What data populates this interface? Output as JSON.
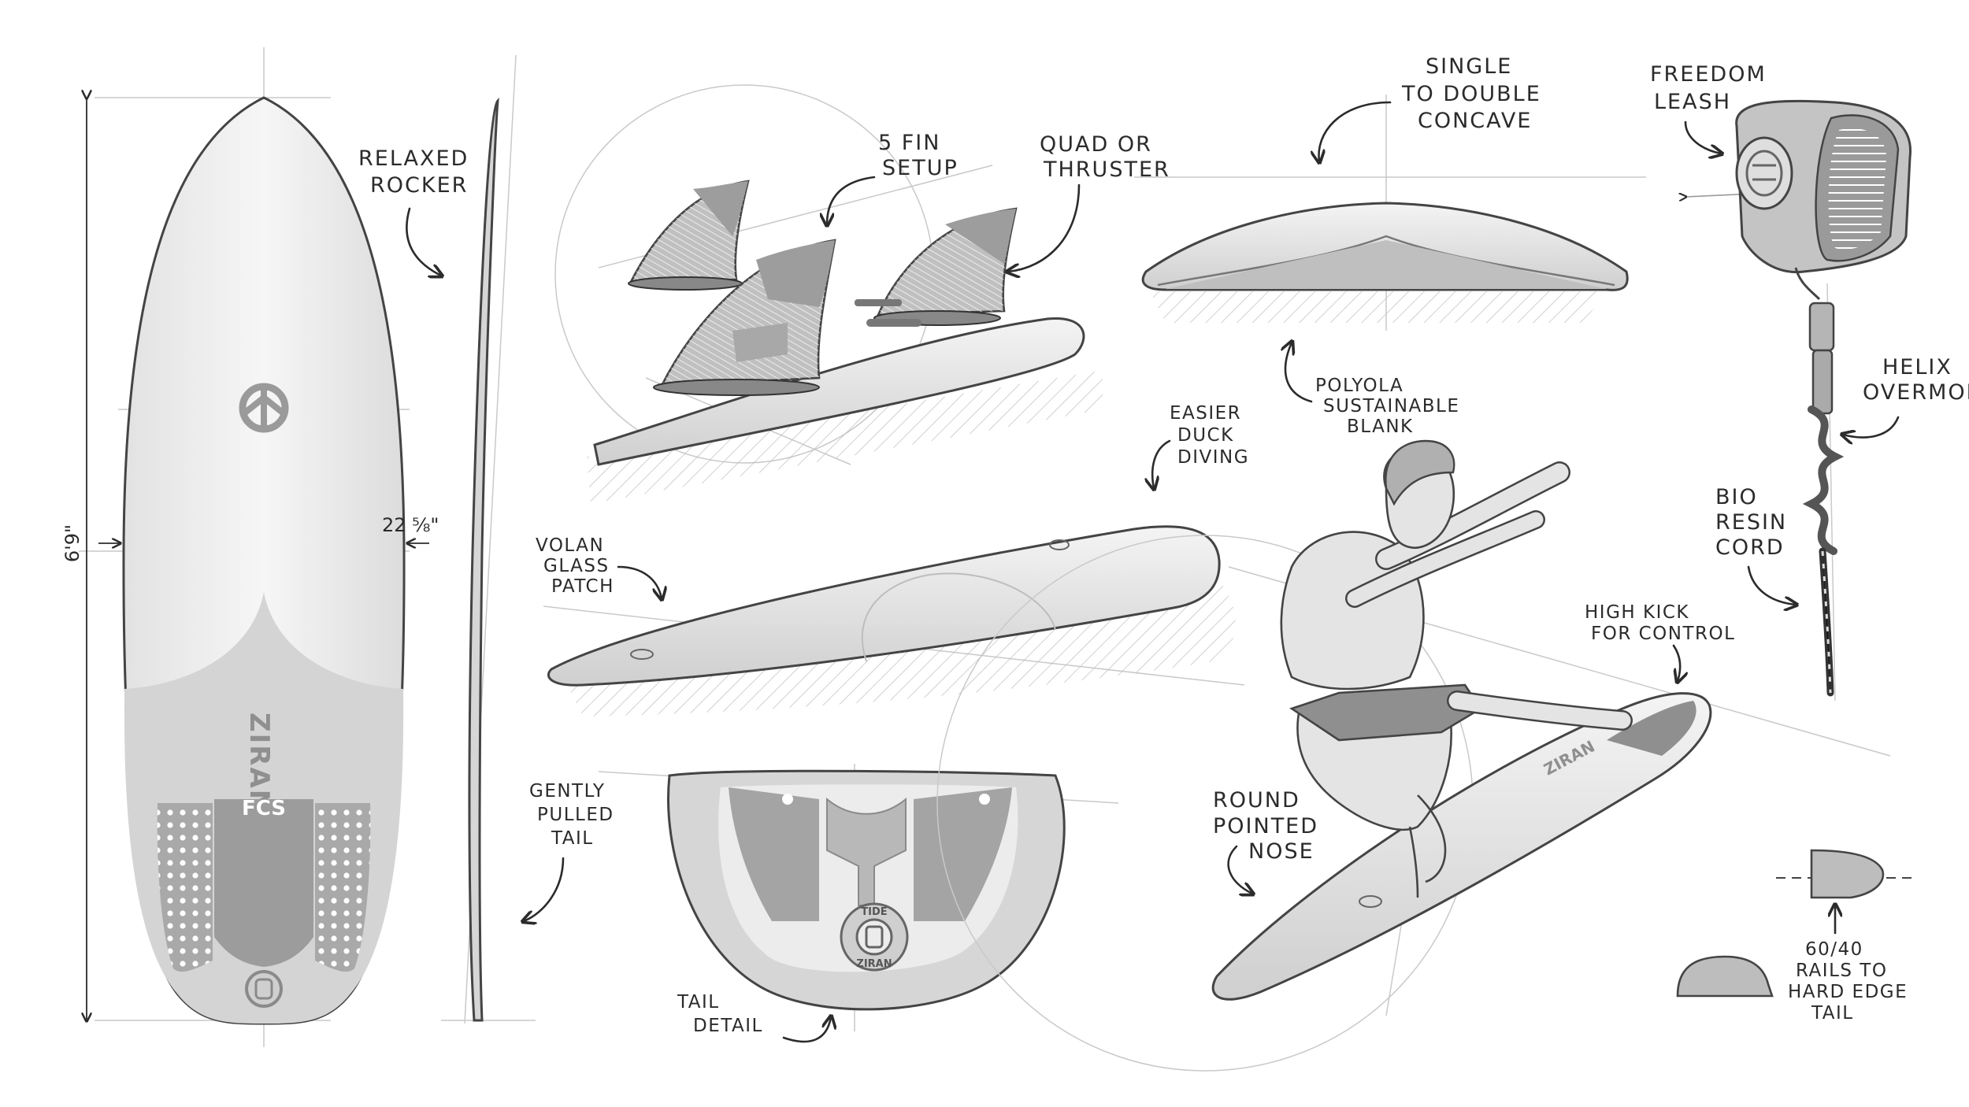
{
  "labels": {
    "relaxed_rocker": [
      "RELAXED",
      "ROCKER"
    ],
    "five_fin": [
      "5 FIN",
      "SETUP"
    ],
    "quad_thruster": [
      "QUAD OR",
      "THRUSTER"
    ],
    "concave": [
      "SINGLE",
      "TO DOUBLE",
      "CONCAVE"
    ],
    "freedom_leash": [
      "FREEDOM",
      "LEASH"
    ],
    "helix": [
      "HELIX",
      "OVERMOLD"
    ],
    "polyola": [
      "POLYOLA",
      "SUSTAINABLE",
      "BLANK"
    ],
    "duck_diving": [
      "EASIER",
      "DUCK",
      "DIVING"
    ],
    "volan": [
      "VOLAN",
      "GLASS",
      "PATCH"
    ],
    "bio_resin": [
      "BIO",
      "RESIN",
      "CORD"
    ],
    "high_kick": [
      "HIGH KICK",
      "FOR CONTROL"
    ],
    "gently_pulled": [
      "GENTLY",
      "PULLED",
      "TAIL"
    ],
    "round_nose": [
      "ROUND",
      "POINTED",
      "NOSE"
    ],
    "tail_detail": [
      "TAIL",
      "DETAIL"
    ],
    "rails": [
      "60/40",
      "RAILS TO",
      "HARD EDGE",
      "TAIL"
    ]
  },
  "dimensions": {
    "length": "6'9\"",
    "width": "22 ⅝\""
  },
  "branding": {
    "board_logo": "ZIRAN",
    "fin_brand": "FCS",
    "tail_badge_top": "TIDE",
    "tail_badge_bottom": "ZIRAN"
  },
  "colors": {
    "ink": "#2b2b2b",
    "board_fill": "#ececec",
    "board_tint": "#d2d2d2",
    "pad_fill": "#a9a9a9",
    "fin_fill": "#b8b8b8",
    "skin": "#e4e4e4",
    "shorts": "#8f8f8f"
  },
  "icons": [
    "three-arrow-logo-icon",
    "ring-logo-icon",
    "wave-badge-icon"
  ]
}
